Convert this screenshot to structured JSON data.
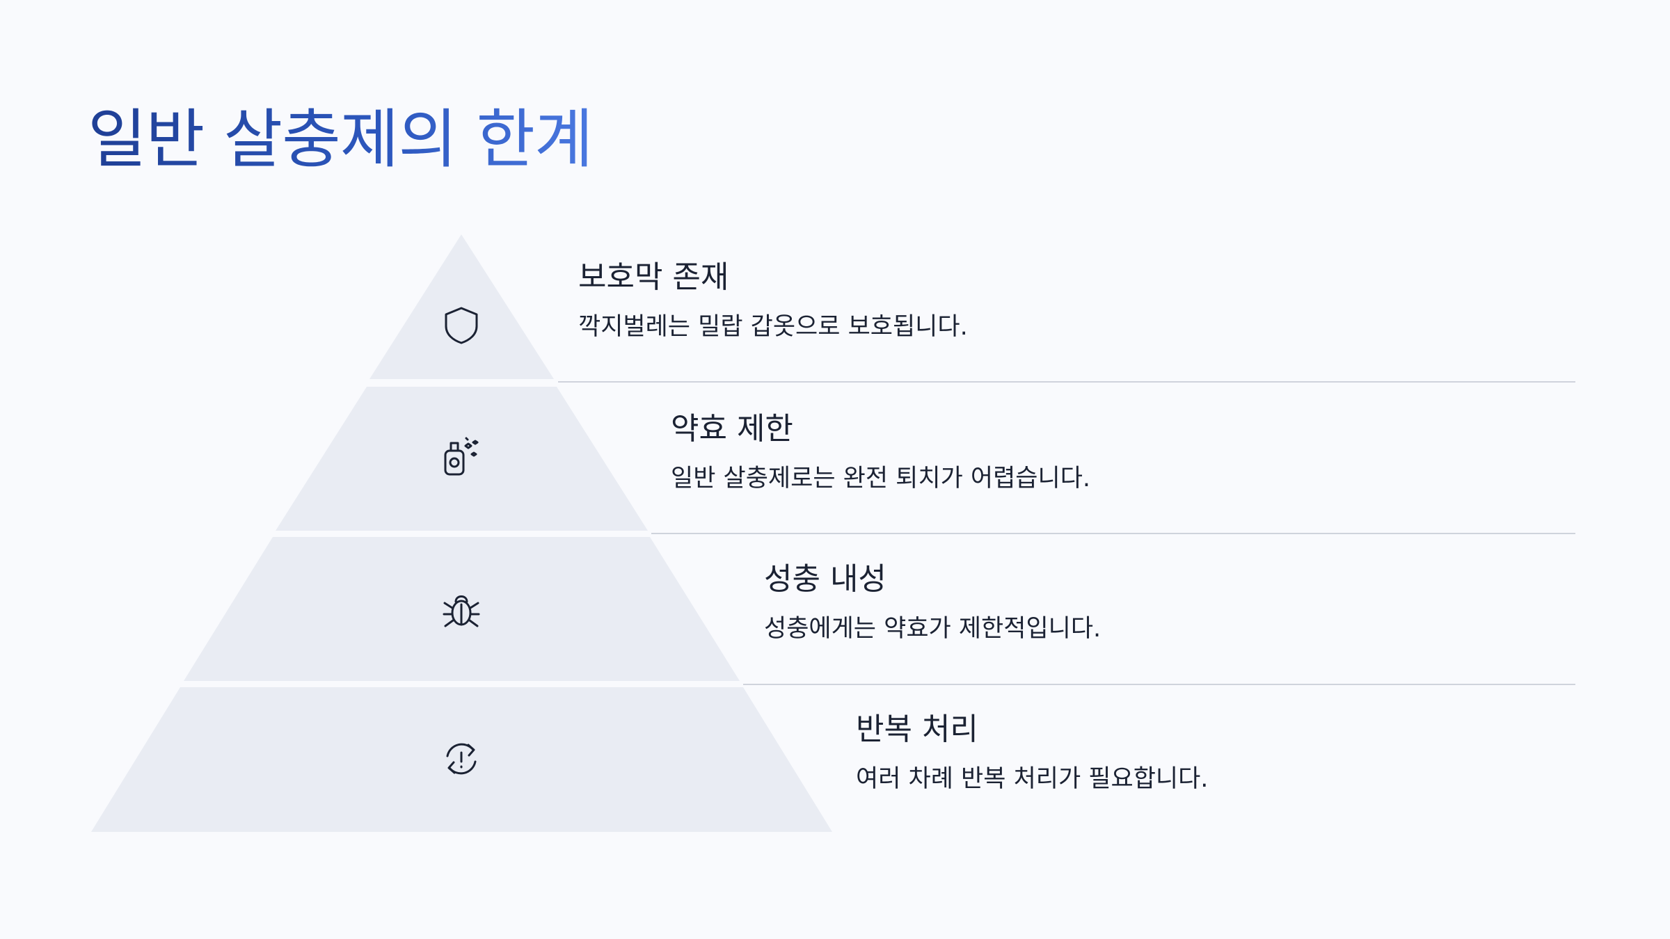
{
  "slide": {
    "title": "일반 살충제의 한계"
  },
  "tiers": [
    {
      "heading": "보호막 존재",
      "description": "깍지벌레는 밀랍 갑옷으로 보호됩니다.",
      "icon": "shield-icon"
    },
    {
      "heading": "약효 제한",
      "description": "일반 살충제로는 완전 퇴치가 어렵습니다.",
      "icon": "spray-bottle-icon"
    },
    {
      "heading": "성충 내성",
      "description": "성충에게는 약효가 제한적입니다.",
      "icon": "bug-icon"
    },
    {
      "heading": "반복 처리",
      "description": "여러 차례 반복 처리가 필요합니다.",
      "icon": "refresh-alert-icon"
    }
  ],
  "colors": {
    "title_gradient_start": "#1f3f95",
    "title_gradient_end": "#4a78e0",
    "tier_fill": "#e9ecf3",
    "text": "#1b2233",
    "divider": "#cfd3dc",
    "background": "#f9fafd"
  }
}
